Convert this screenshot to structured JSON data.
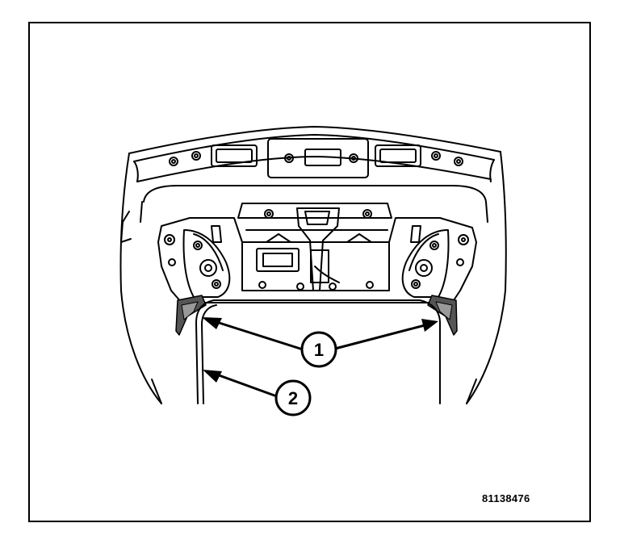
{
  "callouts": [
    {
      "number": "1"
    },
    {
      "number": "2"
    }
  ],
  "figure_id": "81138476"
}
